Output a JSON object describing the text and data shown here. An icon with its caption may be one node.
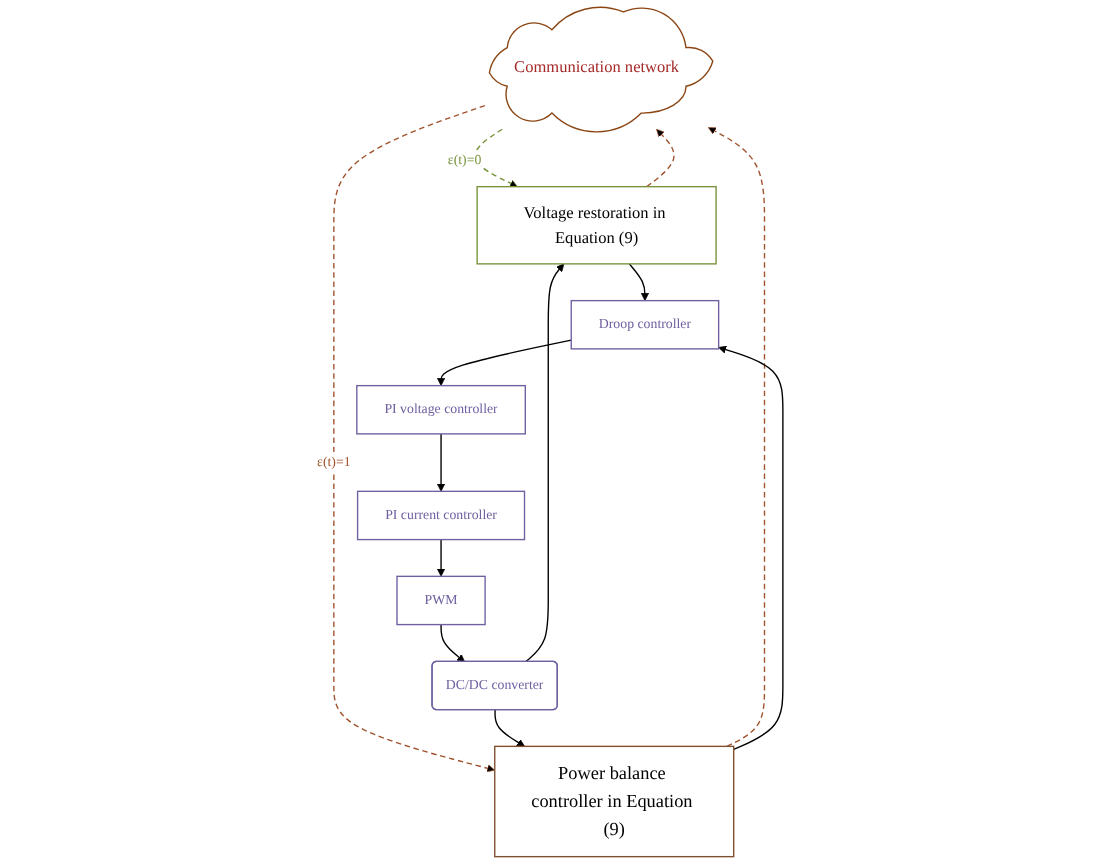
{
  "diagram": {
    "nodes": [
      {
        "text": [
          "Communication network"
        ]
      },
      {
        "text": [
          "Voltage restoration in Equation (9)"
        ]
      },
      {
        "text": [
          "Power balance controller in Equation (9)"
        ]
      },
      {
        "text": [
          "Droop controller"
        ]
      },
      {
        "text": [
          "PI voltage controller"
        ]
      },
      {
        "text": [
          "PI current controller"
        ]
      },
      {
        "text": [
          "PWM"
        ]
      },
      {
        "text": [
          "DC/DC converter"
        ]
      }
    ],
    "edges": [
      {
        "from": 0,
        "to": 1,
        "arrow": "to",
        "label": "ε(t)=0",
        "style": "dashed",
        "color": "#77933c"
      },
      {
        "from": 0,
        "to": 2,
        "arrow": "to",
        "label": "ε(t)=1",
        "style": "dashed",
        "color": "#a0522d"
      },
      {
        "from": 1,
        "to": 0,
        "arrow": "to",
        "style": "dashed",
        "color": "#a0522d"
      },
      {
        "from": 2,
        "to": 0,
        "arrow": "to",
        "style": "dashed",
        "color": "#a0522d"
      },
      {
        "from": 1,
        "to": 3,
        "arrow": "to"
      },
      {
        "from": 2,
        "to": 3,
        "arrow": "to"
      },
      {
        "from": 3,
        "to": 4,
        "arrow": "to"
      },
      {
        "from": 4,
        "to": 5,
        "arrow": "to"
      },
      {
        "from": 5,
        "to": 6,
        "arrow": "to"
      },
      {
        "from": 6,
        "to": 7,
        "arrow": "to"
      },
      {
        "from": 7,
        "to": 1,
        "arrow": "to"
      },
      {
        "from": 7,
        "to": 2,
        "arrow": "to"
      }
    ]
  }
}
